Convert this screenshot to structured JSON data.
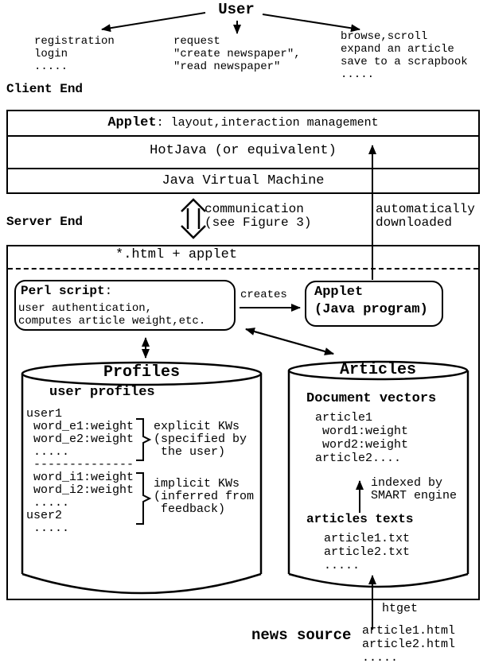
{
  "colors": {
    "ink": "#000000",
    "paper": "#ffffff"
  },
  "top": {
    "user": "User",
    "left_actions": "registration\nlogin\n.....",
    "middle_actions": "request\n\"create newspaper\",\n\"read newspaper\"",
    "right_actions": "browse,scroll\nexpand an article\nsave to a scrapbook\n....."
  },
  "client": {
    "label": "Client End",
    "applet_title": "Applet",
    "applet_desc": ": layout,interaction management",
    "browser_row": "HotJava (or equivalent)",
    "jvm_row": "Java Virtual Machine"
  },
  "link": {
    "communication": "communication\n(see Figure 3)",
    "downloaded": "automatically\ndownloaded"
  },
  "server": {
    "label": "Server End",
    "html_row": "*.html + applet",
    "perl_title": "Perl script",
    "perl_colon": ":",
    "perl_body": "user authentication,\ncomputes article weight,etc.",
    "creates": "creates",
    "applet_line1": "Applet",
    "applet_line2": "(Java program)"
  },
  "profiles": {
    "title": "Profiles",
    "heading": "user profiles",
    "content": "user1\n word_e1:weight\n word_e2:weight\n .....\n --------------\n word_i1:weight\n word_i2:weight\n .....\nuser2\n .....",
    "explicit_note": "explicit KWs\n(specified by\n the user)",
    "implicit_note": "implicit KWs\n(inferred from\n feedback)"
  },
  "articles": {
    "title": "Articles",
    "vectors_heading": "Document vectors",
    "vectors": "article1\n word1:weight\n word2:weight\narticle2....",
    "indexed_note": "indexed by\nSMART engine",
    "texts_heading": "articles texts",
    "texts": "article1.txt\narticle2.txt\n....."
  },
  "source": {
    "htget": "htget",
    "label": "news source",
    "files": "article1.html\narticle2.html\n....."
  }
}
